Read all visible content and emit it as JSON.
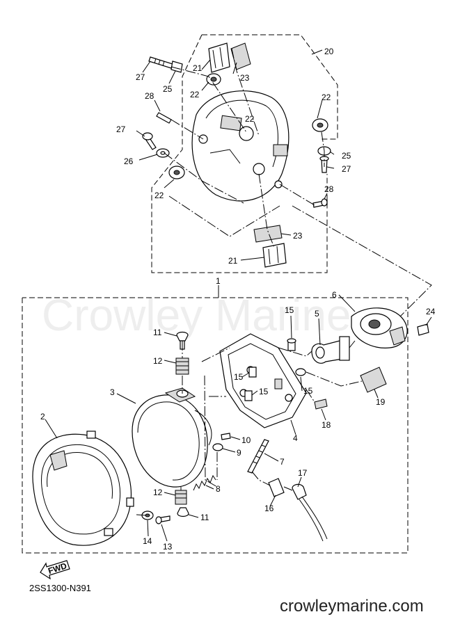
{
  "diagram": {
    "diagram_code": "2SS1300-N391",
    "watermark": "Crowley Marine",
    "footer_site": "crowleymarine.com",
    "fwd_label": "FWD",
    "callouts": [
      "1",
      "2",
      "3",
      "4",
      "5",
      "6",
      "7",
      "8",
      "9",
      "10",
      "11",
      "11",
      "12",
      "12",
      "13",
      "14",
      "15",
      "15",
      "15",
      "15",
      "16",
      "17",
      "18",
      "19",
      "20",
      "21",
      "21",
      "22",
      "22",
      "22",
      "22",
      "23",
      "23",
      "24",
      "25",
      "25",
      "26",
      "27",
      "27",
      "27",
      "28",
      "28"
    ]
  }
}
